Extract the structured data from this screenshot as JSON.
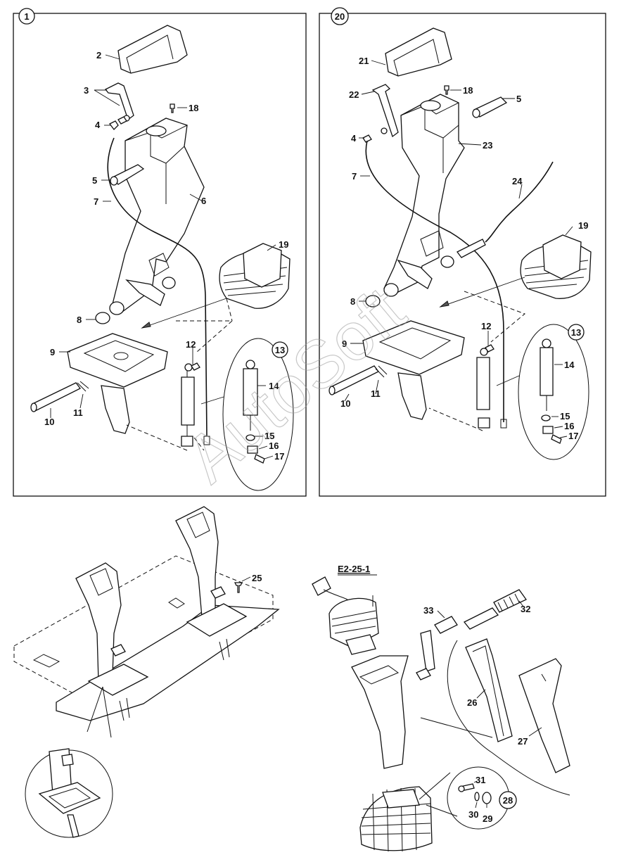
{
  "watermark": "AutoSoft",
  "panels": [
    {
      "id": "panel-1",
      "badge": "1",
      "detail_badge": "13"
    },
    {
      "id": "panel-20",
      "badge": "20",
      "detail_badge": "13"
    }
  ],
  "bottom": {
    "reference": "E2-25-1",
    "detail_badge": "28"
  },
  "callouts": {
    "p1": [
      "2",
      "3",
      "4",
      "18",
      "5",
      "6",
      "7",
      "19",
      "8",
      "9",
      "12",
      "10",
      "11",
      "14",
      "15",
      "16",
      "17"
    ],
    "p20": [
      "21",
      "22",
      "18",
      "5",
      "4",
      "23",
      "7",
      "24",
      "19",
      "8",
      "12",
      "9",
      "10",
      "11",
      "14",
      "15",
      "16",
      "17"
    ],
    "bottom": [
      "25",
      "33",
      "32",
      "26",
      "27",
      "31",
      "30",
      "29"
    ]
  }
}
